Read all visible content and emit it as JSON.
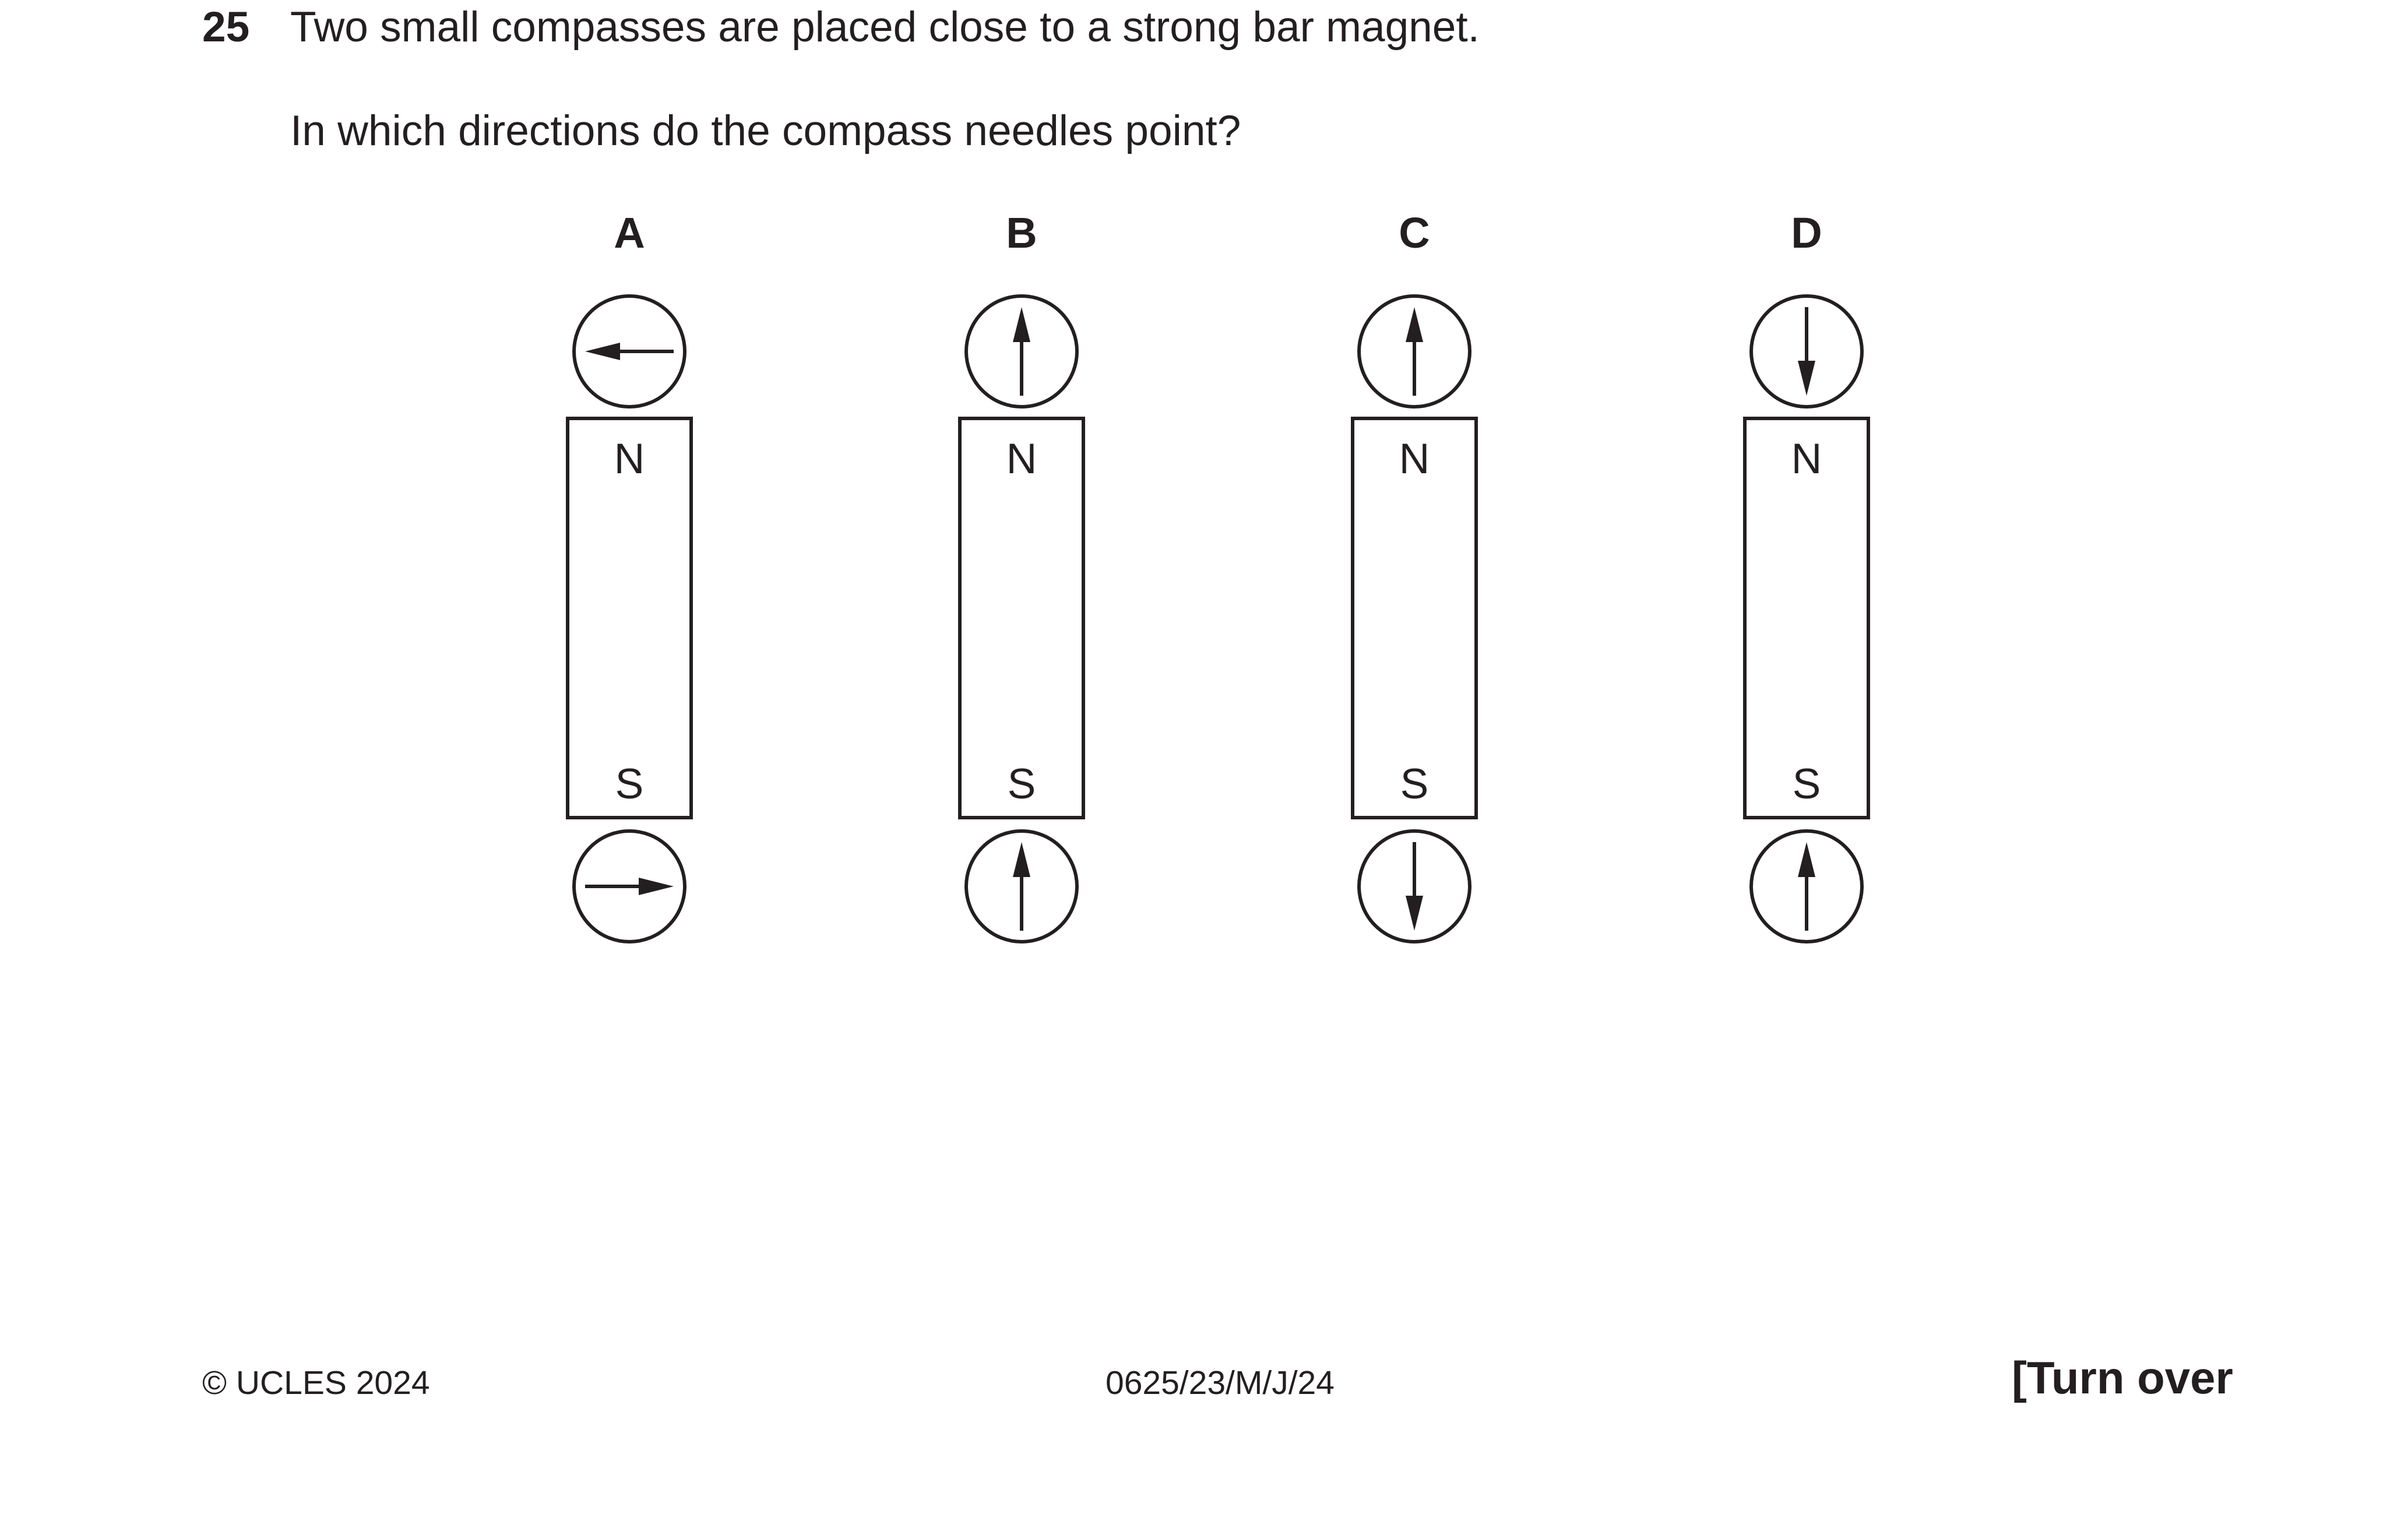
{
  "question": {
    "number": "25",
    "stem": "Two small compasses are placed close to a strong bar magnet.",
    "prompt": "In which directions do the compass needles point?"
  },
  "options": [
    {
      "letter": "A",
      "magnet_top_label": "N",
      "magnet_bottom_label": "S",
      "top_compass_needle": "left",
      "bottom_compass_needle": "right"
    },
    {
      "letter": "B",
      "magnet_top_label": "N",
      "magnet_bottom_label": "S",
      "top_compass_needle": "up",
      "bottom_compass_needle": "up"
    },
    {
      "letter": "C",
      "magnet_top_label": "N",
      "magnet_bottom_label": "S",
      "top_compass_needle": "up",
      "bottom_compass_needle": "down"
    },
    {
      "letter": "D",
      "magnet_top_label": "N",
      "magnet_bottom_label": "S",
      "top_compass_needle": "down",
      "bottom_compass_needle": "up"
    }
  ],
  "footer": {
    "copyright": "© UCLES 2024",
    "code": "0625/23/M/J/24",
    "turn_over": "[Turn over"
  }
}
